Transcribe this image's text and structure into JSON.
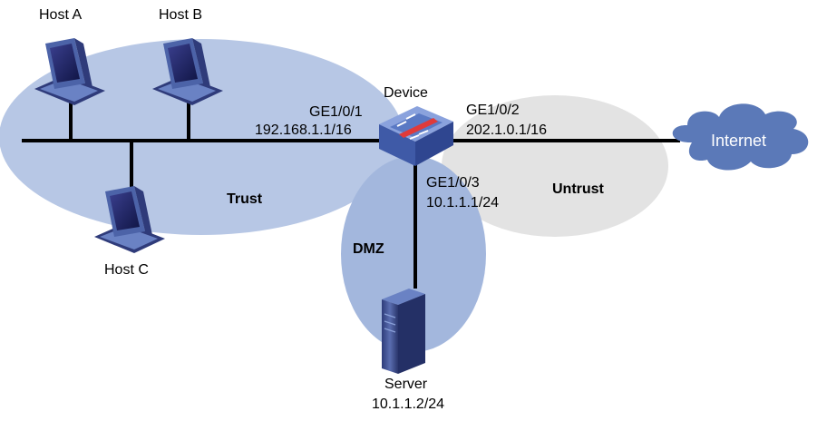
{
  "hosts": {
    "a": "Host A",
    "b": "Host B",
    "c": "Host C"
  },
  "device": {
    "label": "Device"
  },
  "interfaces": {
    "ge1": {
      "name": "GE1/0/1",
      "ip": "192.168.1.1/16"
    },
    "ge2": {
      "name": "GE1/0/2",
      "ip": "202.1.0.1/16"
    },
    "ge3": {
      "name": "GE1/0/3",
      "ip": "10.1.1.1/24"
    }
  },
  "zones": {
    "trust": "Trust",
    "untrust": "Untrust",
    "dmz": "DMZ"
  },
  "server": {
    "label": "Server",
    "ip": "10.1.1.2/24"
  },
  "cloud": {
    "label": "Internet"
  },
  "colors": {
    "trust_zone": "#b7c7e5",
    "untrust_zone": "#e3e3e3",
    "dmz_zone": "#a3b7dd",
    "cloud": "#5b79b8",
    "device": "#5a79c4",
    "firewall_bricks": "#e03a3a",
    "computer": "#4c63a8",
    "link": "#000000"
  }
}
